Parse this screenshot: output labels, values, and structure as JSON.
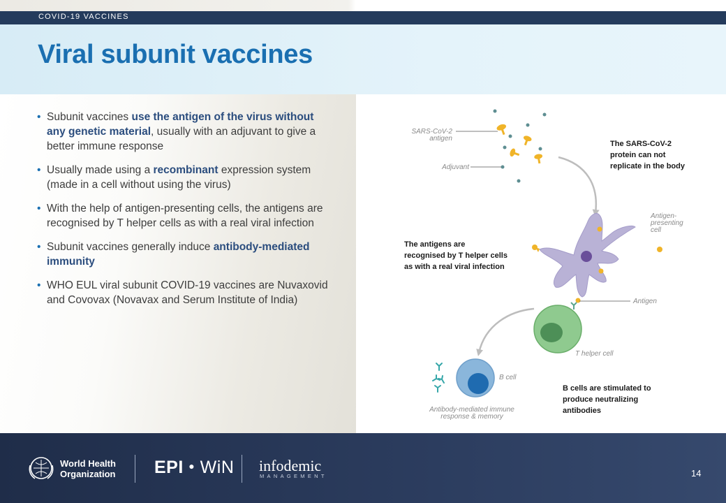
{
  "header": {
    "section_tag": "COVID-19 VACCINES",
    "title": "Viral subunit vaccines"
  },
  "bullets": [
    {
      "segments": [
        {
          "text": "Subunit vaccines ",
          "bold": false
        },
        {
          "text": "use the antigen of the virus without any genetic material",
          "bold": true
        },
        {
          "text": ", usually with an adjuvant to give a better immune response",
          "bold": false
        }
      ]
    },
    {
      "segments": [
        {
          "text": "Usually made using a ",
          "bold": false
        },
        {
          "text": "recombinant",
          "bold": true
        },
        {
          "text": " expression system (made in a cell without using the virus)",
          "bold": false
        }
      ]
    },
    {
      "segments": [
        {
          "text": "With the help of antigen-presenting cells, the antigens are recognised by T helper cells as with a real viral infection",
          "bold": false
        }
      ]
    },
    {
      "segments": [
        {
          "text": "Subunit vaccines generally induce ",
          "bold": false
        },
        {
          "text": "antibody-mediated immunity",
          "bold": true
        }
      ]
    },
    {
      "segments": [
        {
          "text": "WHO EUL viral subunit COVID-19 vaccines are Nuvaxovid and Covovax (Novavax and Serum Institute of India)",
          "bold": false
        }
      ]
    }
  ],
  "diagram": {
    "label_antigen_top": "SARS-CoV-2",
    "label_antigen_bottom": "antigen",
    "label_adjuvant": "Adjuvant",
    "callout_replicate": [
      "The SARS-CoV-2",
      "protein can not",
      "replicate in the body"
    ],
    "label_apc": [
      "Antigen-",
      "presenting",
      "cell"
    ],
    "callout_recognised": [
      "The antigens are",
      "recognised by T helper cells",
      "as with a real viral infection"
    ],
    "label_antigen": "Antigen",
    "label_t_helper": "T helper cell",
    "label_b_cell": "B cell",
    "callout_b_cells": [
      "B cells are stimulated  to",
      "produce neutralizing",
      "antibodies"
    ],
    "label_response": [
      "Antibody-mediated immune",
      "response & memory"
    ]
  },
  "footer": {
    "who_name": "World Health Organization",
    "epi": "EPI",
    "win": "WiN",
    "infodemic": "infodemic",
    "management": "MANAGEMENT",
    "page_number": "14"
  },
  "colors": {
    "title_blue": "#1a6fb1",
    "header_navy": "#243b5c",
    "emphasis": "#2b4d7e",
    "antigen_yellow": "#f0b429",
    "apc_purple": "#b9b2d6",
    "t_cell_green": "#7fbf7f",
    "b_cell_blue": "#8ab6db"
  }
}
